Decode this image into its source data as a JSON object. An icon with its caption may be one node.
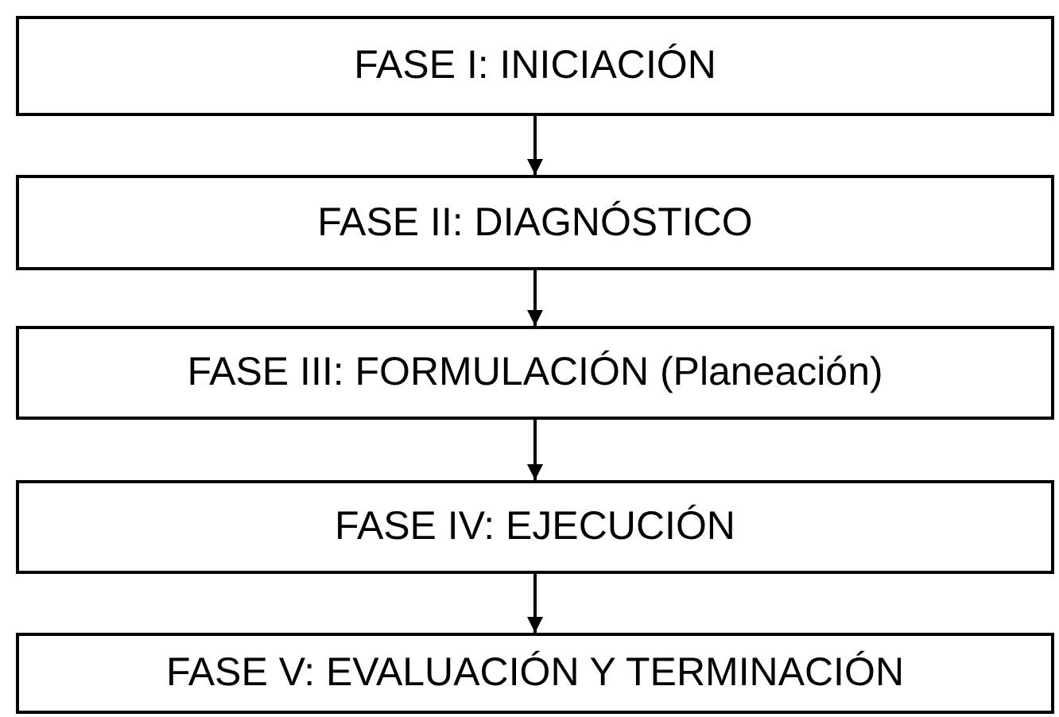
{
  "diagram": {
    "nodes": [
      {
        "text": [
          "FASE I: INICIACIÓN"
        ]
      },
      {
        "text": [
          "FASE II: DIAGNÓSTICO"
        ]
      },
      {
        "text": [
          "FASE III: FORMULACIÓN (Planeación)"
        ]
      },
      {
        "text": [
          "FASE IV: EJECUCIÓN"
        ]
      },
      {
        "text": [
          "FASE V: EVALUACIÓN Y TERMINACIÓN"
        ]
      }
    ],
    "edges": [
      {
        "from": 0,
        "to": 1,
        "arrow": "to"
      },
      {
        "from": 1,
        "to": 2,
        "arrow": "to"
      },
      {
        "from": 2,
        "to": 3,
        "arrow": "to"
      },
      {
        "from": 3,
        "to": 4,
        "arrow": "to"
      }
    ]
  }
}
